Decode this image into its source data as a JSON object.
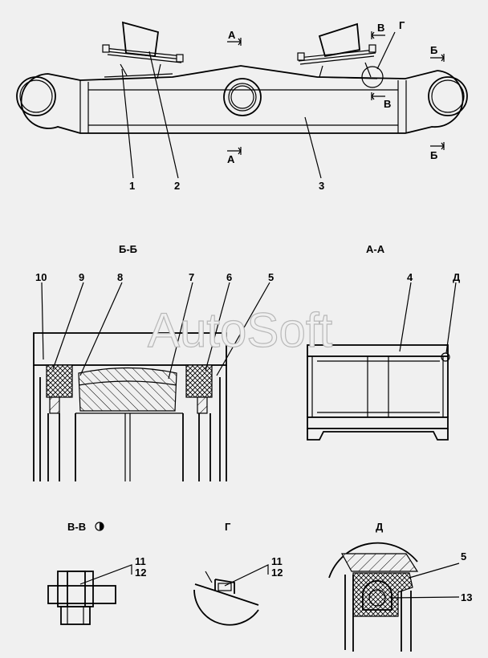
{
  "watermark": "AutoSoft",
  "callouts": {
    "c1": "1",
    "c2": "2",
    "c3": "3",
    "c4": "4",
    "c5": "5",
    "c6": "6",
    "c7": "7",
    "c8": "8",
    "c9": "9",
    "c10": "10",
    "c11": "11",
    "c12": "12",
    "c13": "13",
    "c5b": "5",
    "c11b": "11",
    "c12b": "12"
  },
  "section_marks": {
    "A_top": "А",
    "A_bottom": "А",
    "B_top": "Б",
    "B_bottom": "Б",
    "V_top": "В",
    "V_bottom": "В",
    "G": "Г"
  },
  "view_titles": {
    "bb": "Б-Б",
    "aa": "А-А",
    "vv": "В-В",
    "g": "Г",
    "d": "Д",
    "d_mark": "Д"
  },
  "icons": {
    "rotation": "rotation-symbol-icon"
  },
  "colors": {
    "paper": "#f0f0f0",
    "ink": "#000000",
    "watermark": "#b8b8b8"
  }
}
